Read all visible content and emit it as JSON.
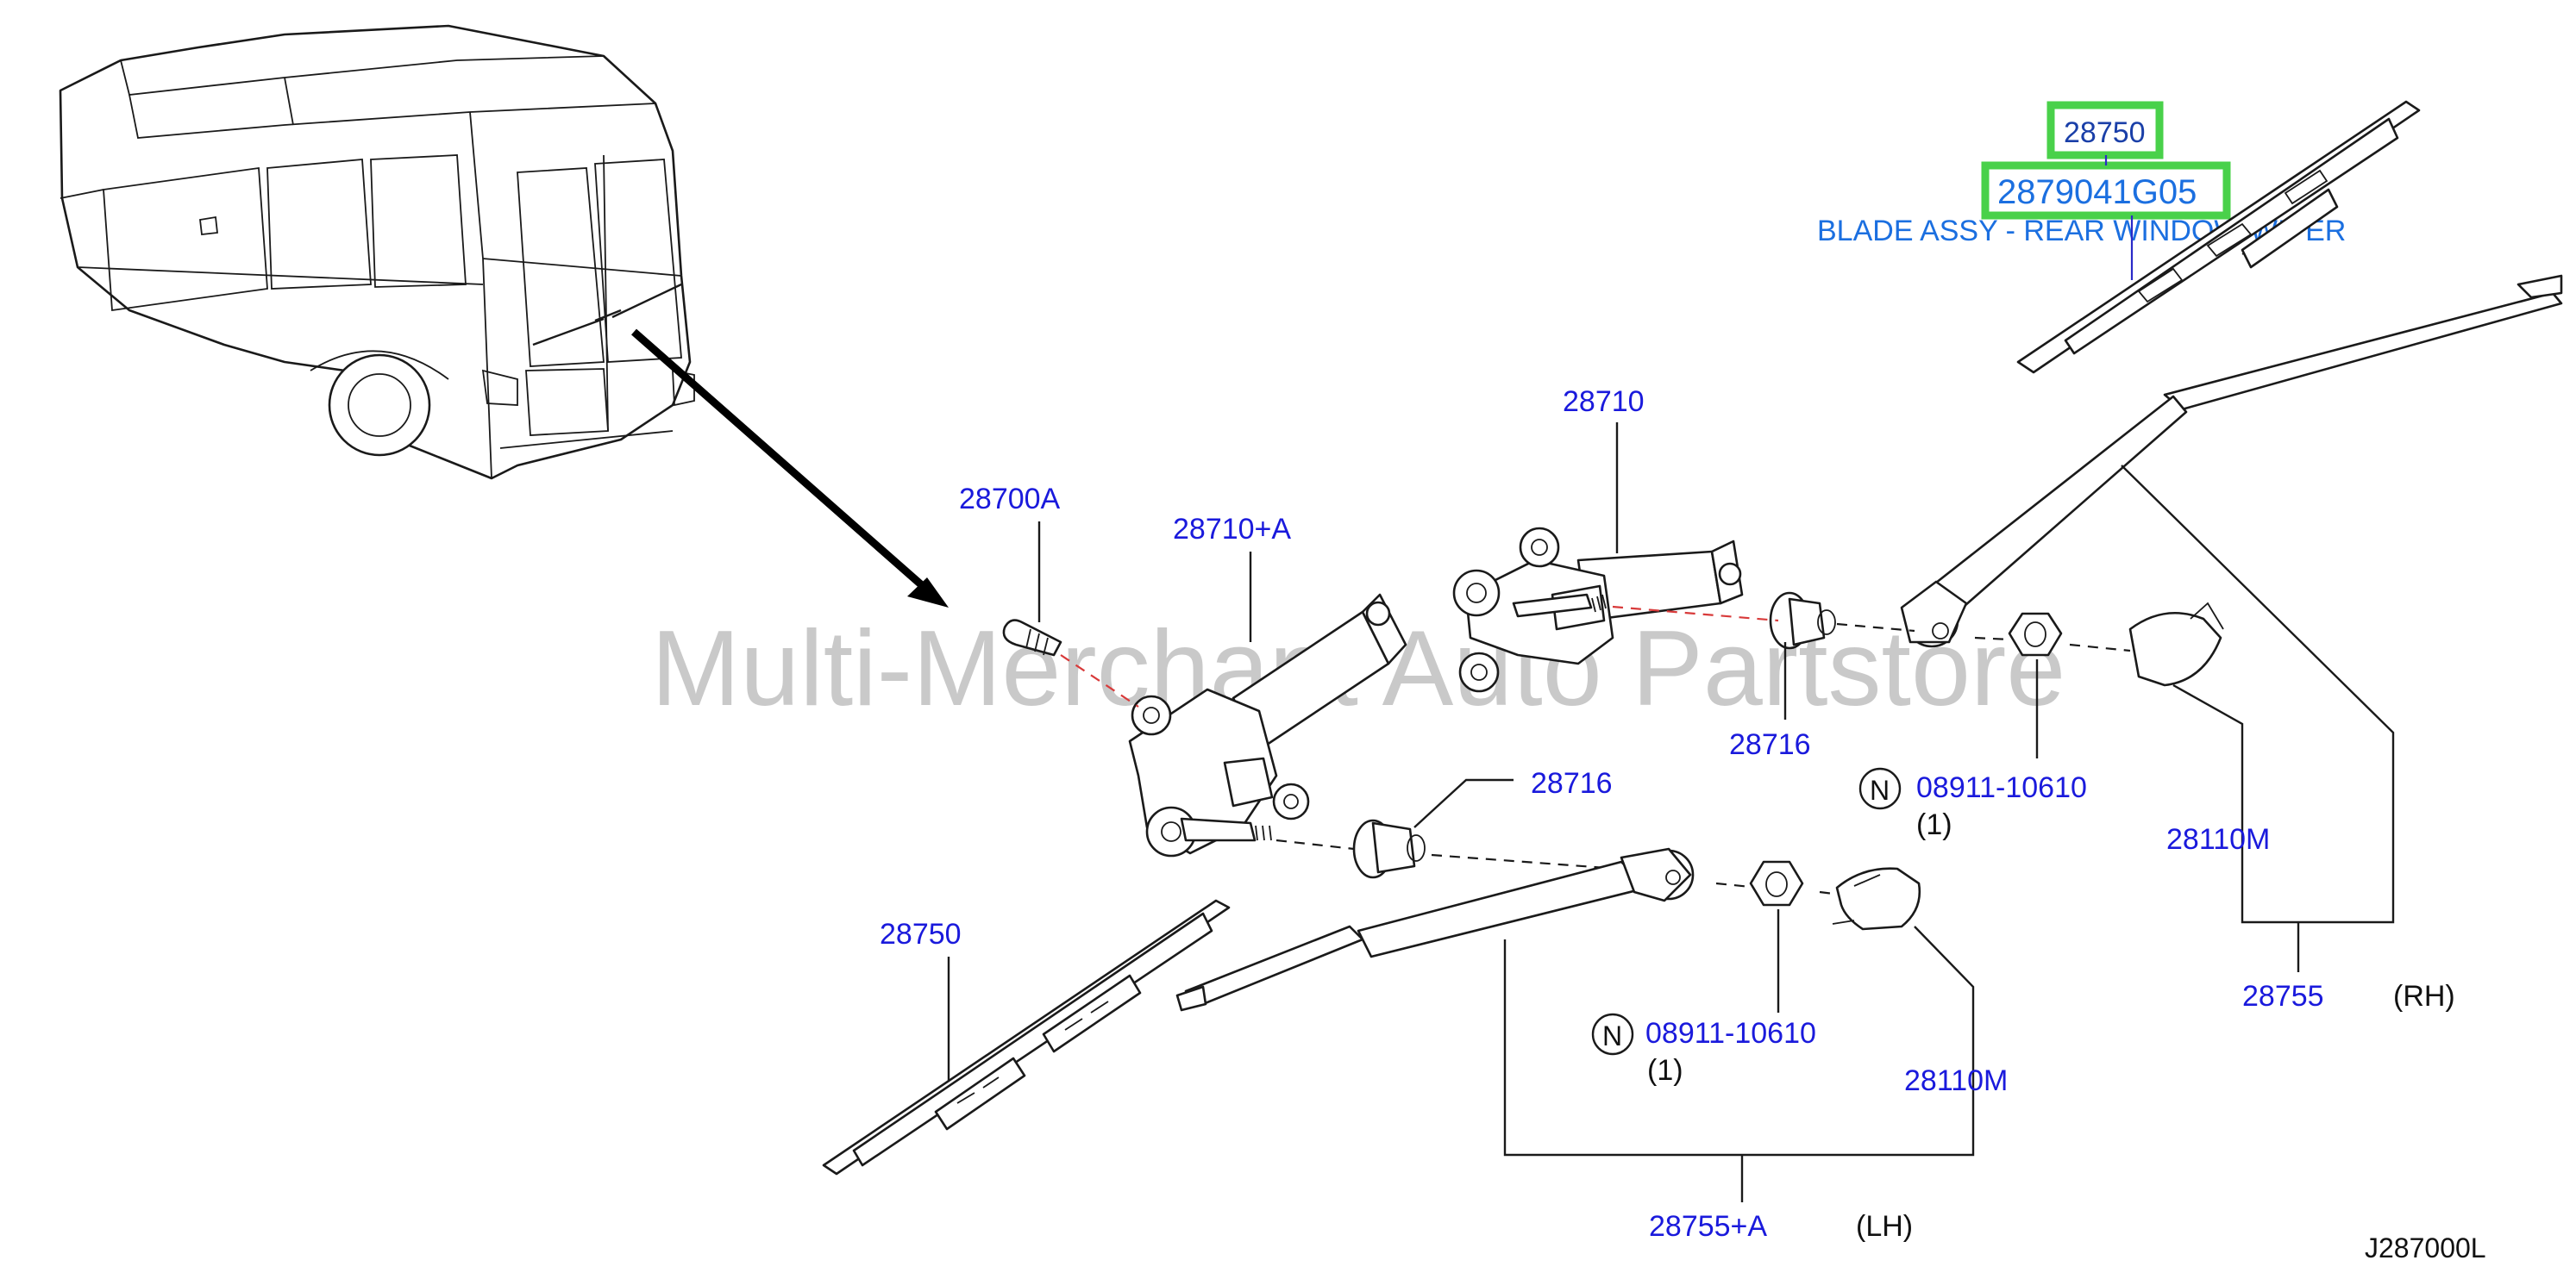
{
  "watermark": "Multi-Merchant Auto Partstore",
  "drawing_code": "J287000L",
  "callout": {
    "part_no": "28750",
    "oem_no": "2879041G05",
    "description": "BLADE ASSY - REAR WINDOW WIPER"
  },
  "labels": {
    "p28700A": "28700A",
    "p28710A": "28710+A",
    "p28710": "28710",
    "p28716_upper": "28716",
    "p28716_lower": "28716",
    "p28750_lower": "28750",
    "p28110M_rh": "28110M",
    "p28110M_lh": "28110M",
    "p28755": "28755",
    "p28755A": "28755+A",
    "nut_upper": "08911-10610",
    "nut_lower": "08911-10610",
    "qty_upper": "(1)",
    "qty_lower": "(1)",
    "rh": "(RH)",
    "lh": "(LH)",
    "n_symbol_upper": "N",
    "n_symbol_lower": "N"
  }
}
